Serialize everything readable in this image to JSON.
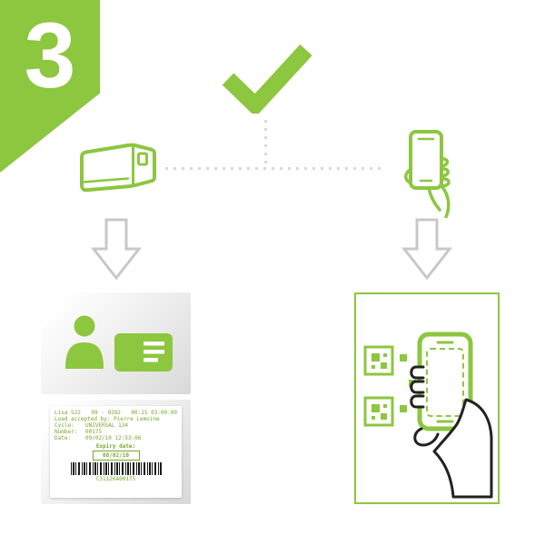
{
  "step_badge": {
    "number": "3"
  },
  "colors": {
    "brand_green": "#8DC63F",
    "arrow_gray": "#c8c8c8",
    "dotted_line_gray": "#d9d9d9",
    "hand_outline_dark": "#222222",
    "printout_text_green": "#76a72c"
  },
  "icons": {
    "check": "check-icon",
    "sterilizer": "sterilizer-machine-icon",
    "phone_in_hand": "phone-in-hand-icon",
    "down_arrow": "down-arrow-icon",
    "person": "person-icon",
    "printer": "printer-icon",
    "qr_scan": "qr-scan-phone-hand-icon"
  },
  "printout": {
    "model": "Lisa 522",
    "code": "09 - 0282",
    "time": "00:15 03:00:00",
    "accepted_by": "Load accepted by: Pierre Lemoine",
    "rows": [
      {
        "label": "Cycle:",
        "value": "UNIVERSAL 134"
      },
      {
        "label": "Number:",
        "value": "00175"
      },
      {
        "label": "Date:",
        "value": "09/02/10  12:53:06"
      }
    ],
    "expiry_label": "Expiry date:",
    "expiry_value": "08/02/10",
    "barcode_text": "C31126A00175"
  }
}
